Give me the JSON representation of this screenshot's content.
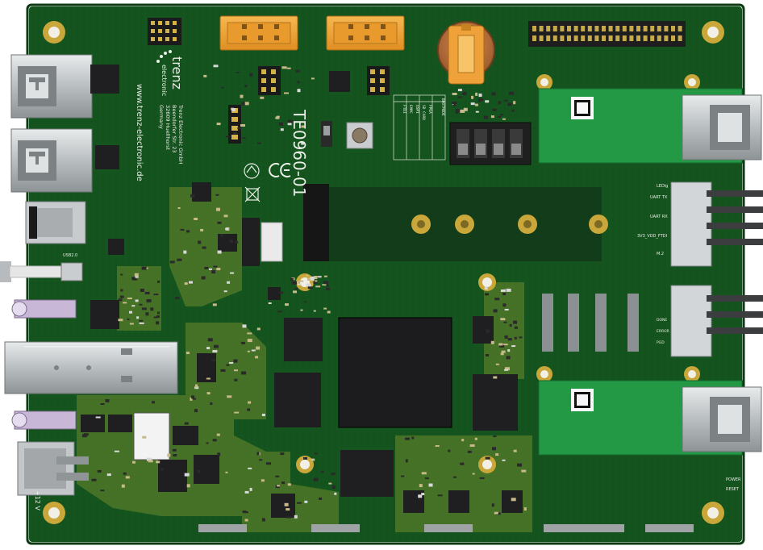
{
  "board": {
    "title": "TE0960-01",
    "brand": "trenz",
    "brand_sub": "electronic",
    "url": "www.trenz-electronic.de",
    "address": [
      "Trenz Electronic GmbH",
      "Beendorfer Str. 23",
      "32609 Huellhorst",
      "Germany"
    ],
    "supply_label": "+12 V",
    "usb_label": "USB2.0",
    "uart_labels": [
      "UART TX",
      "UART RX",
      "3V3_VDD_FTDI"
    ],
    "status_labels": [
      "POWER",
      "RESET"
    ],
    "led_labels": [
      "DONE",
      "ERROR",
      "PGD"
    ],
    "switch_table": [
      "BOOTMODE",
      "FPGA",
      "SD CARD",
      "QSPI",
      "EMMC",
      "FTDI"
    ],
    "ledig_label": "LEDig",
    "m2_label": "M.2"
  },
  "colors": {
    "pcb": "#14531d",
    "pcb_dark": "#0f4216",
    "silkscreen": "#e9eee6",
    "gold": "#c9a73a",
    "copper": "#b6a13e",
    "header_orange": "#f0a23a",
    "connector_silver": "#cfd3d5",
    "mezzanine": "#239845",
    "chip": "#1c1c1e"
  }
}
